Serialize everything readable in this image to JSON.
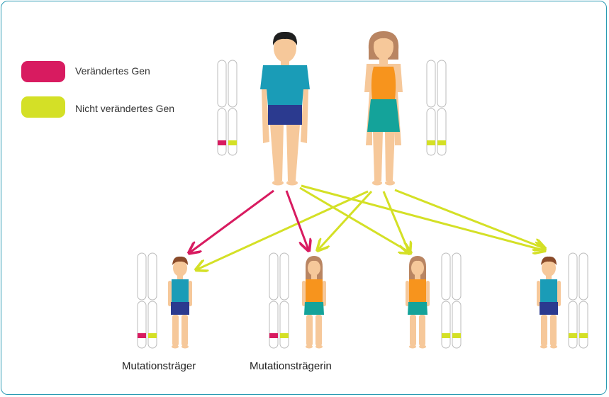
{
  "legend": {
    "items": [
      {
        "label": "Verändertes Gen",
        "color": "#d81b60"
      },
      {
        "label": "Nicht verändertes Gen",
        "color": "#d4e026"
      }
    ]
  },
  "captions": {
    "child1": "Mutationsträger",
    "child2": "Mutationsträgerin"
  },
  "colors": {
    "mutated": "#d81b60",
    "normal": "#d4e026",
    "skin": "#f6c89a",
    "shirt_teal": "#1a9cb7",
    "shorts_navy": "#2b3a8f",
    "top_orange": "#f7941d",
    "skirt_teal": "#14a39a",
    "hair_dark": "#1f1f1f",
    "hair_brown": "#8a4b2a",
    "frame": "#2a9ab3"
  },
  "family": {
    "father": {
      "figure": "father-figure",
      "alleles": [
        "mutated",
        "normal"
      ]
    },
    "mother": {
      "figure": "mother-figure",
      "alleles": [
        "normal",
        "normal"
      ]
    },
    "children": [
      {
        "figure": "boy-figure",
        "alleles": [
          "mutated",
          "normal"
        ]
      },
      {
        "figure": "girl-figure",
        "alleles": [
          "mutated",
          "normal"
        ]
      },
      {
        "figure": "girl-figure",
        "alleles": [
          "normal",
          "normal"
        ]
      },
      {
        "figure": "boy-figure",
        "alleles": [
          "normal",
          "normal"
        ]
      }
    ]
  }
}
